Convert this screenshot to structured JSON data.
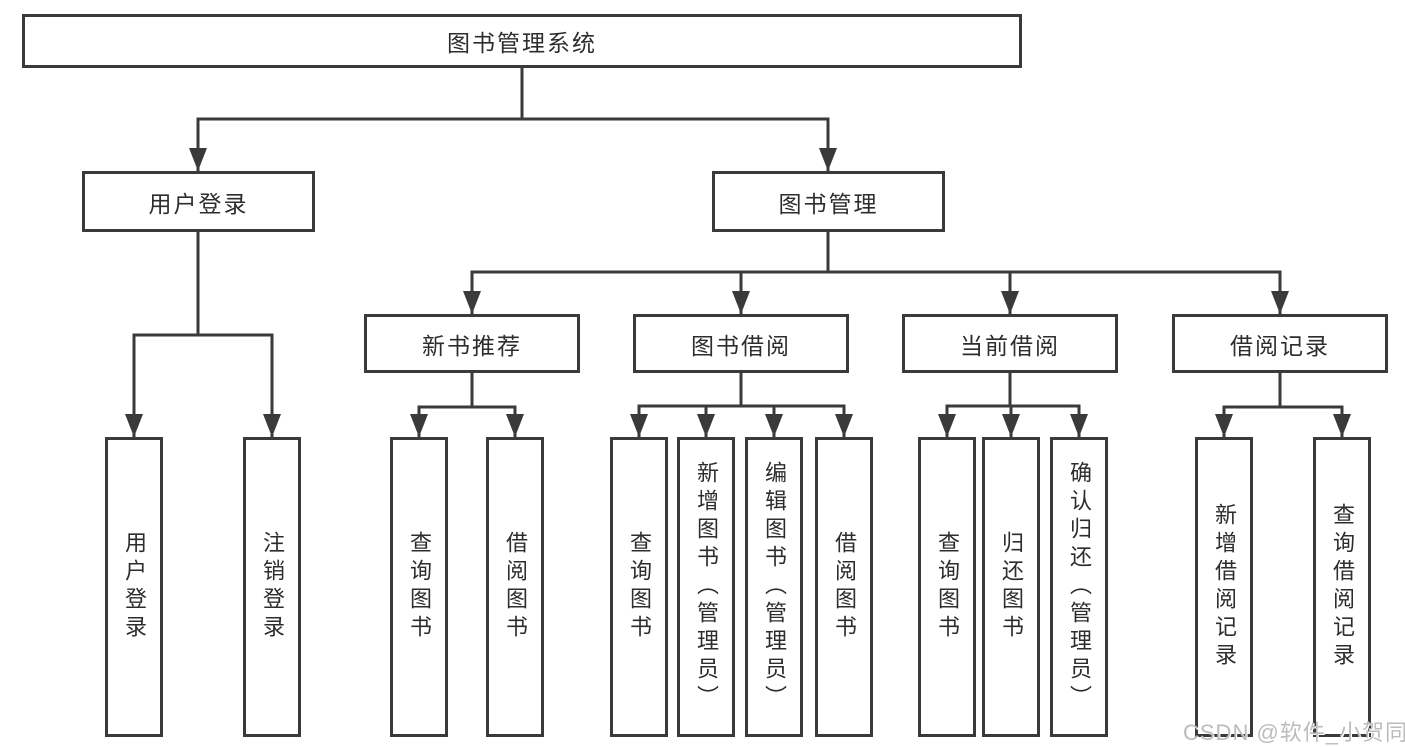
{
  "tree": {
    "label": "图书管理系统",
    "children": [
      {
        "label": "用户登录",
        "children": [
          {
            "label": "用户登录"
          },
          {
            "label": "注销登录"
          }
        ]
      },
      {
        "label": "图书管理",
        "children": [
          {
            "label": "新书推荐",
            "children": [
              {
                "label": "查询图书"
              },
              {
                "label": "借阅图书"
              }
            ]
          },
          {
            "label": "图书借阅",
            "children": [
              {
                "label": "查询图书"
              },
              {
                "label": "新增图书（管理员）"
              },
              {
                "label": "编辑图书（管理员）"
              },
              {
                "label": "借阅图书"
              }
            ]
          },
          {
            "label": "当前借阅",
            "children": [
              {
                "label": "查询图书"
              },
              {
                "label": "归还图书"
              },
              {
                "label": "确认归还（管理员）"
              }
            ]
          },
          {
            "label": "借阅记录",
            "children": [
              {
                "label": "新增借阅记录"
              },
              {
                "label": "查询借阅记录"
              }
            ]
          }
        ]
      }
    ]
  },
  "watermark": {
    "text": "CSDN @软件_小贺同学"
  },
  "colors": {
    "line": "#3a3a3a",
    "border": "#3a3a3a",
    "text": "#2d2d2d",
    "watermark": "#bcbcbc",
    "background": "#ffffff"
  }
}
